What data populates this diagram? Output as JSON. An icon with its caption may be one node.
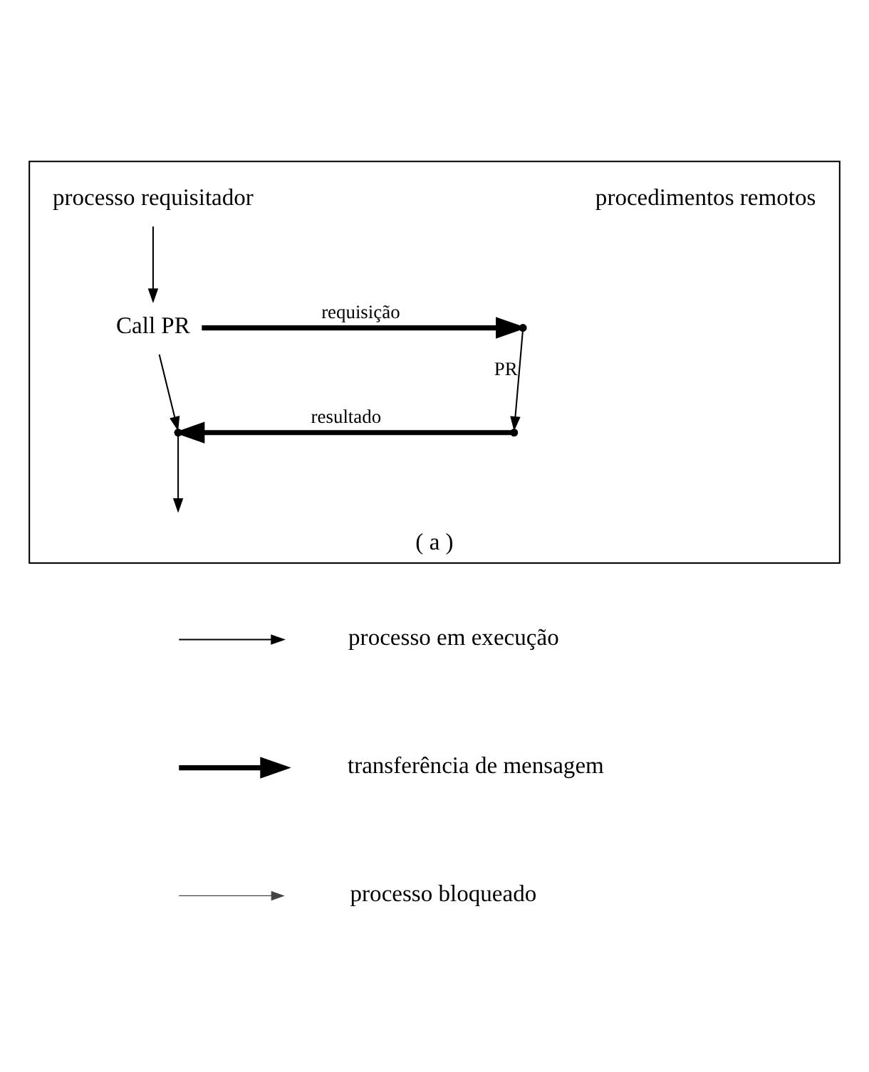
{
  "diagram": {
    "nodes": [
      {
        "text": [
          "( a )"
        ]
      },
      {
        "text": [
          "processo requisitador"
        ],
        "in": 0
      },
      {
        "text": [
          "procedimentos remotos"
        ],
        "in": 0
      },
      {
        "text": [
          "Call PR"
        ],
        "in": 0
      },
      {
        "text": [],
        "shape": "point",
        "in": 0
      },
      {
        "text": [],
        "shape": "point",
        "in": 0
      },
      {
        "text": [],
        "shape": "point",
        "in": 0
      }
    ],
    "edges": [
      {
        "from": 1,
        "to": 3,
        "arrow": "to"
      },
      {
        "from": 3,
        "to": 4,
        "arrow": "to",
        "label": "requisição",
        "style": "thick"
      },
      {
        "from": 4,
        "to": 5,
        "arrow": "to",
        "label": "PR"
      },
      {
        "from": 3,
        "to": 6,
        "arrow": "to"
      },
      {
        "from": 5,
        "to": 6,
        "arrow": "to",
        "label": "resultado",
        "style": "thick"
      },
      {
        "from": 6,
        "to": null,
        "arrow": "to"
      }
    ],
    "legend": [
      {
        "text": "processo em execução"
      },
      {
        "text": "transferência de mensagem"
      },
      {
        "text": "processo bloqueado"
      }
    ]
  }
}
